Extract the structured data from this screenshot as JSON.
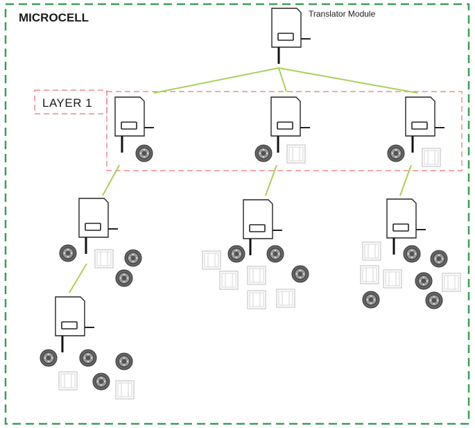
{
  "microcell": {
    "label": "MICROCELL"
  },
  "layer1": {
    "label": "LAYER 1"
  },
  "translator": {
    "label": "Translator Module"
  },
  "colors": {
    "microcell_border": "#3f9a5a",
    "layer_border": "#f08a8a",
    "link": "#a8cf5a",
    "device_stroke": "#222222",
    "node_outline": "#bbbbbb"
  },
  "icons": {
    "module": "router-module-icon",
    "round_node": "round-sensor-node-icon",
    "rect_node": "rectangular-sensor-node-icon"
  }
}
